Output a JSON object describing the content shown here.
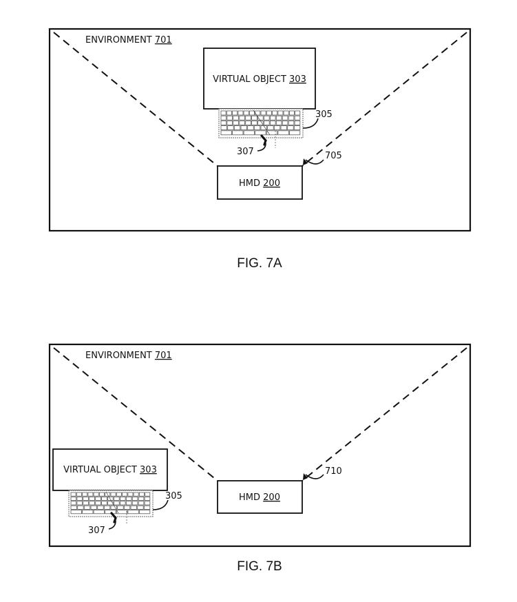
{
  "figures": [
    {
      "id": "fig-7a",
      "caption": "FIG. 7A",
      "environment": {
        "label": "ENVIRONMENT ",
        "ref": "701"
      },
      "virtual_object": {
        "label": "VIRTUAL OBJECT ",
        "ref": "303"
      },
      "keyboard_ref": "305",
      "hand_ref": "307",
      "hmd": {
        "label": "HMD ",
        "ref": "200"
      },
      "field_of_view_ref": "705"
    },
    {
      "id": "fig-7b",
      "caption": "FIG. 7B",
      "environment": {
        "label": "ENVIRONMENT ",
        "ref": "701"
      },
      "virtual_object": {
        "label": "VIRTUAL OBJECT ",
        "ref": "303"
      },
      "keyboard_ref": "305",
      "hand_ref": "307",
      "hmd": {
        "label": "HMD ",
        "ref": "200"
      },
      "field_of_view_ref": "710"
    }
  ],
  "colors": {
    "line": "#111111",
    "background": "#ffffff"
  }
}
